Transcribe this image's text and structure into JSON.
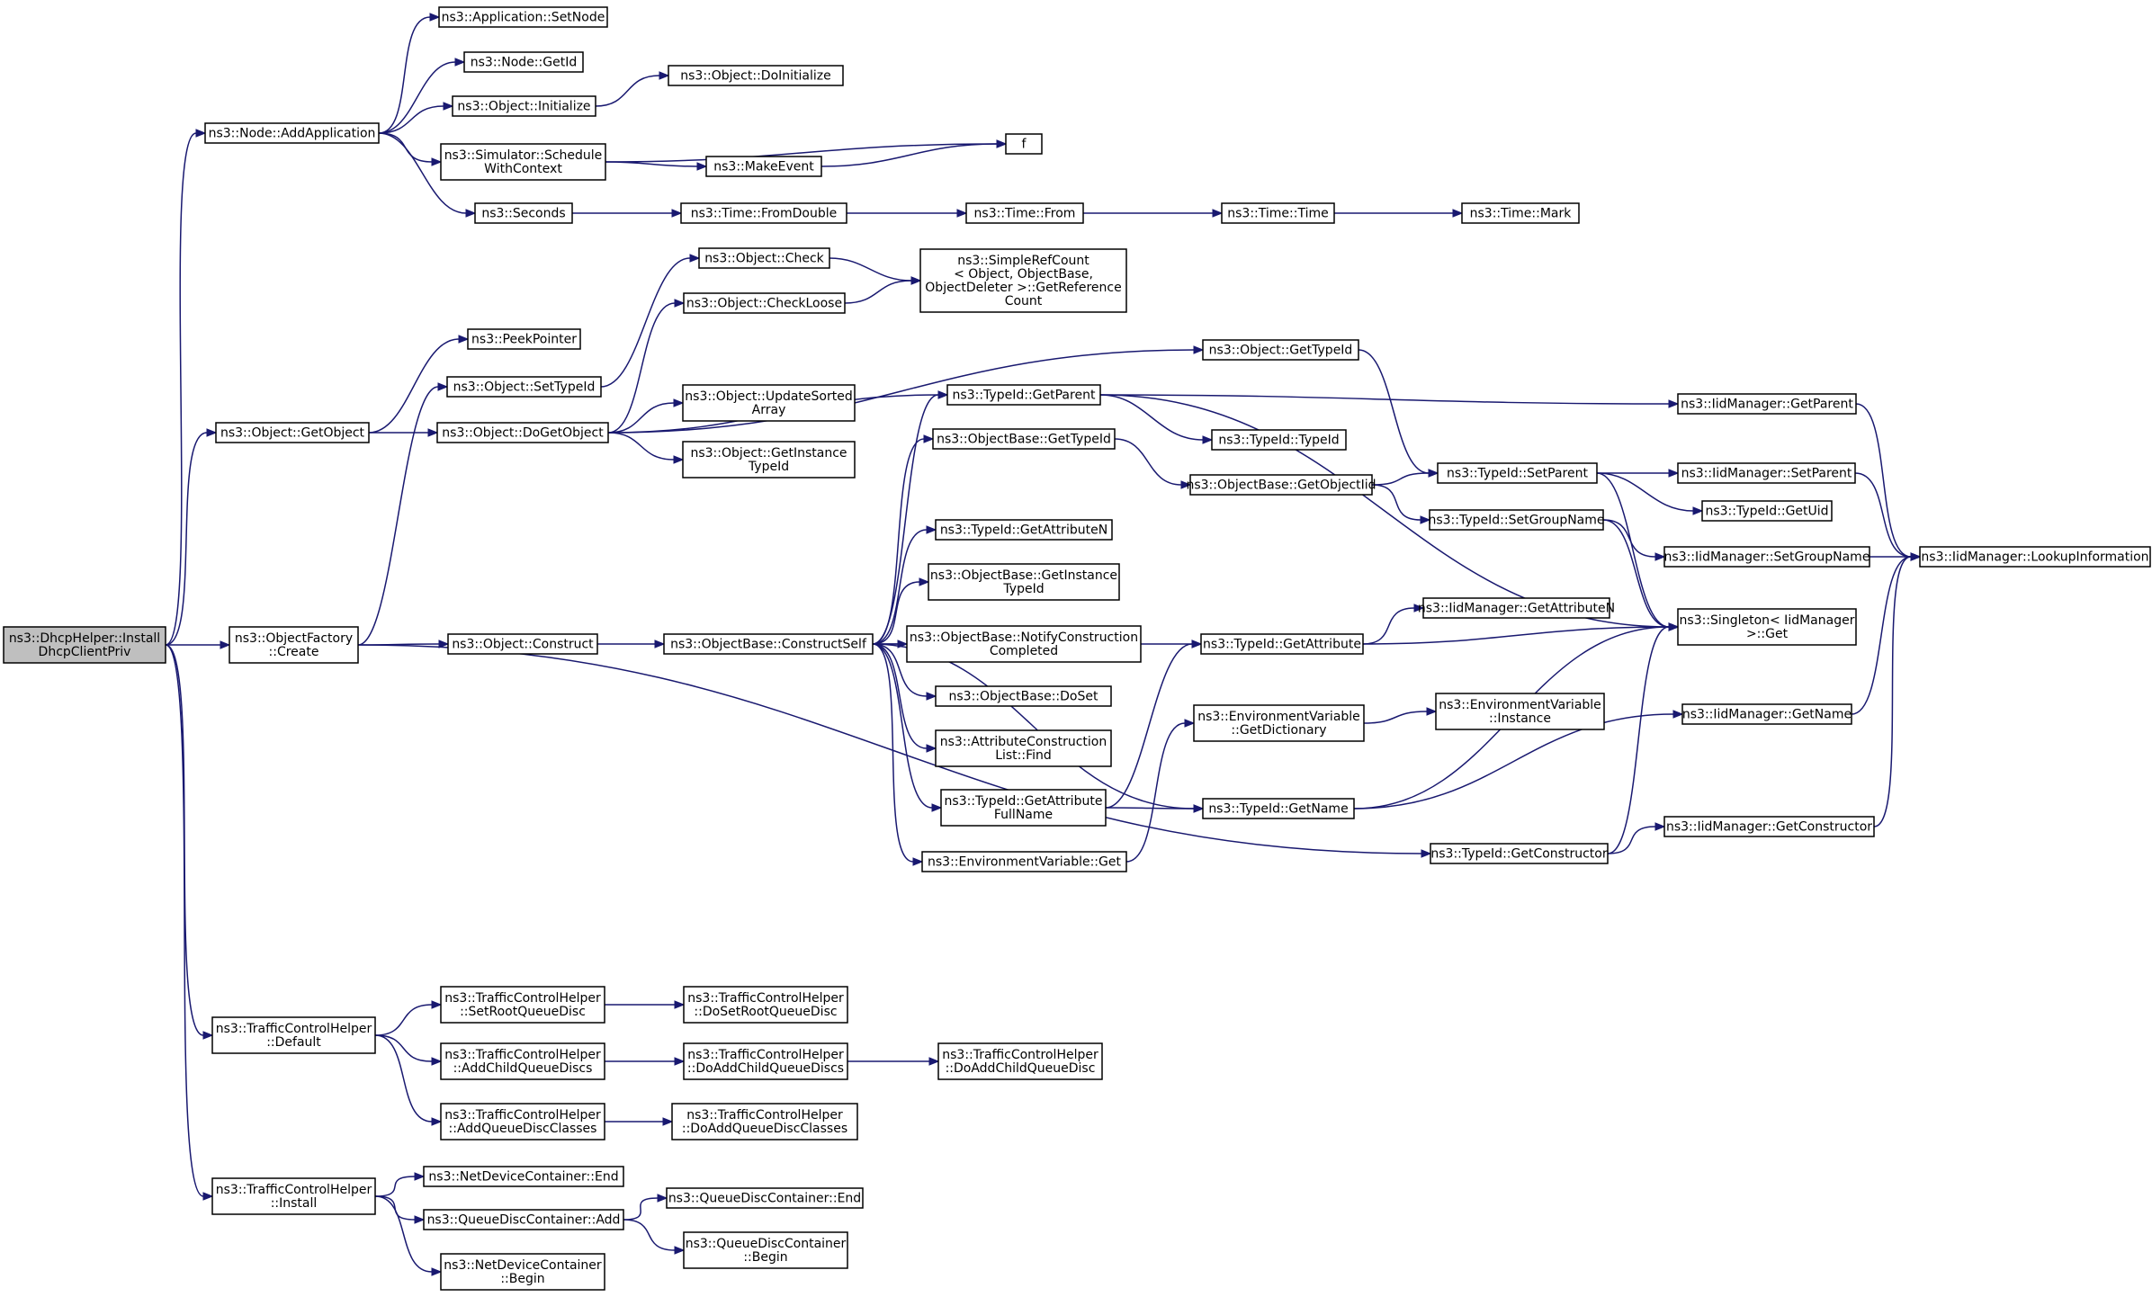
{
  "nodes": [
    {
      "id": "root",
      "lines": [
        "ns3::DhcpHelper::Install",
        "DhcpClientPriv"
      ],
      "root": true
    },
    {
      "id": "addapp",
      "lines": [
        "ns3::Node::AddApplication"
      ]
    },
    {
      "id": "getobject",
      "lines": [
        "ns3::Object::GetObject"
      ]
    },
    {
      "id": "ofcreate",
      "lines": [
        "ns3::ObjectFactory",
        "::Create"
      ]
    },
    {
      "id": "tchdefault",
      "lines": [
        "ns3::TrafficControlHelper",
        "::Default"
      ]
    },
    {
      "id": "tchinstall",
      "lines": [
        "ns3::TrafficControlHelper",
        "::Install"
      ]
    },
    {
      "id": "appsetnode",
      "lines": [
        "ns3::Application::SetNode"
      ]
    },
    {
      "id": "nodegetid",
      "lines": [
        "ns3::Node::GetId"
      ]
    },
    {
      "id": "objinit",
      "lines": [
        "ns3::Object::Initialize"
      ]
    },
    {
      "id": "schedctx",
      "lines": [
        "ns3::Simulator::Schedule",
        "WithContext"
      ]
    },
    {
      "id": "seconds",
      "lines": [
        "ns3::Seconds"
      ]
    },
    {
      "id": "doinit",
      "lines": [
        "ns3::Object::DoInitialize"
      ]
    },
    {
      "id": "f",
      "lines": [
        "f"
      ]
    },
    {
      "id": "makeevent",
      "lines": [
        "ns3::MakeEvent"
      ]
    },
    {
      "id": "fromdouble",
      "lines": [
        "ns3::Time::FromDouble"
      ]
    },
    {
      "id": "timefrom",
      "lines": [
        "ns3::Time::From"
      ]
    },
    {
      "id": "timetime",
      "lines": [
        "ns3::Time::Time"
      ]
    },
    {
      "id": "timemark",
      "lines": [
        "ns3::Time::Mark"
      ]
    },
    {
      "id": "peekptr",
      "lines": [
        "ns3::PeekPointer"
      ]
    },
    {
      "id": "settypeid",
      "lines": [
        "ns3::Object::SetTypeId"
      ]
    },
    {
      "id": "dogetobject",
      "lines": [
        "ns3::Object::DoGetObject"
      ]
    },
    {
      "id": "objcheck",
      "lines": [
        "ns3::Object::Check"
      ]
    },
    {
      "id": "objcheckloose",
      "lines": [
        "ns3::Object::CheckLoose"
      ]
    },
    {
      "id": "srcgetref",
      "lines": [
        "ns3::SimpleRefCount",
        "< Object, ObjectBase,",
        "ObjectDeleter >::GetReference",
        "Count"
      ]
    },
    {
      "id": "updsorted",
      "lines": [
        "ns3::Object::UpdateSorted",
        "Array"
      ]
    },
    {
      "id": "getinsttid",
      "lines": [
        "ns3::Object::GetInstance",
        "TypeId"
      ]
    },
    {
      "id": "objgettid",
      "lines": [
        "ns3::Object::GetTypeId"
      ]
    },
    {
      "id": "tidgetparent",
      "lines": [
        "ns3::TypeId::GetParent"
      ]
    },
    {
      "id": "obgettid",
      "lines": [
        "ns3::ObjectBase::GetTypeId"
      ]
    },
    {
      "id": "tidtypeid",
      "lines": [
        "ns3::TypeId::TypeId"
      ]
    },
    {
      "id": "obgetobjtid",
      "lines": [
        "ns3::ObjectBase::GetObjectIid"
      ]
    },
    {
      "id": "tidsetparent",
      "lines": [
        "ns3::TypeId::SetParent"
      ]
    },
    {
      "id": "tidsetgroup",
      "lines": [
        "ns3::TypeId::SetGroupName"
      ]
    },
    {
      "id": "imgetparent",
      "lines": [
        "ns3::IidManager::GetParent"
      ]
    },
    {
      "id": "imsetparent",
      "lines": [
        "ns3::IidManager::SetParent"
      ]
    },
    {
      "id": "tidgetuid",
      "lines": [
        "ns3::TypeId::GetUid"
      ]
    },
    {
      "id": "imsetgroup",
      "lines": [
        "ns3::IidManager::SetGroupName"
      ]
    },
    {
      "id": "imlookup",
      "lines": [
        "ns3::IidManager::LookupInformation"
      ]
    },
    {
      "id": "singleton",
      "lines": [
        "ns3::Singleton< IidManager",
        ">::Get"
      ]
    },
    {
      "id": "imgetattrn",
      "lines": [
        "ns3::IidManager::GetAttributeN"
      ]
    },
    {
      "id": "tidgetattr",
      "lines": [
        "ns3::TypeId::GetAttribute"
      ]
    },
    {
      "id": "objconstruct",
      "lines": [
        "ns3::Object::Construct"
      ]
    },
    {
      "id": "obconstructself",
      "lines": [
        "ns3::ObjectBase::ConstructSelf"
      ]
    },
    {
      "id": "tidgetattrn",
      "lines": [
        "ns3::TypeId::GetAttributeN"
      ]
    },
    {
      "id": "obgetinsttid",
      "lines": [
        "ns3::ObjectBase::GetInstance",
        "TypeId"
      ]
    },
    {
      "id": "obnotify",
      "lines": [
        "ns3::ObjectBase::NotifyConstruction",
        "Completed"
      ]
    },
    {
      "id": "obdoset",
      "lines": [
        "ns3::ObjectBase::DoSet"
      ]
    },
    {
      "id": "acfind",
      "lines": [
        "ns3::AttributeConstruction",
        "List::Find"
      ]
    },
    {
      "id": "tidgetattrfull",
      "lines": [
        "ns3::TypeId::GetAttribute",
        "FullName"
      ]
    },
    {
      "id": "envget",
      "lines": [
        "ns3::EnvironmentVariable::Get"
      ]
    },
    {
      "id": "envgetdict",
      "lines": [
        "ns3::EnvironmentVariable",
        "::GetDictionary"
      ]
    },
    {
      "id": "envinst",
      "lines": [
        "ns3::EnvironmentVariable",
        "::Instance"
      ]
    },
    {
      "id": "tidgetname",
      "lines": [
        "ns3::TypeId::GetName"
      ]
    },
    {
      "id": "imgetname",
      "lines": [
        "ns3::IidManager::GetName"
      ]
    },
    {
      "id": "tidgetctor",
      "lines": [
        "ns3::TypeId::GetConstructor"
      ]
    },
    {
      "id": "imgetctor",
      "lines": [
        "ns3::IidManager::GetConstructor"
      ]
    },
    {
      "id": "tchsetroot",
      "lines": [
        "ns3::TrafficControlHelper",
        "::SetRootQueueDisc"
      ]
    },
    {
      "id": "tchaddchild",
      "lines": [
        "ns3::TrafficControlHelper",
        "::AddChildQueueDiscs"
      ]
    },
    {
      "id": "tchaddclasses",
      "lines": [
        "ns3::TrafficControlHelper",
        "::AddQueueDiscClasses"
      ]
    },
    {
      "id": "tchdosetroot",
      "lines": [
        "ns3::TrafficControlHelper",
        "::DoSetRootQueueDisc"
      ]
    },
    {
      "id": "tchdoaddchilds",
      "lines": [
        "ns3::TrafficControlHelper",
        "::DoAddChildQueueDiscs"
      ]
    },
    {
      "id": "tchdoaddchild",
      "lines": [
        "ns3::TrafficControlHelper",
        "::DoAddChildQueueDisc"
      ]
    },
    {
      "id": "tchdoaddclasses",
      "lines": [
        "ns3::TrafficControlHelper",
        "::DoAddQueueDiscClasses"
      ]
    },
    {
      "id": "ndcend",
      "lines": [
        "ns3::NetDeviceContainer::End"
      ]
    },
    {
      "id": "qdcadd",
      "lines": [
        "ns3::QueueDiscContainer::Add"
      ]
    },
    {
      "id": "ndcbegin",
      "lines": [
        "ns3::NetDeviceContainer",
        "::Begin"
      ]
    },
    {
      "id": "qdcend",
      "lines": [
        "ns3::QueueDiscContainer::End"
      ]
    },
    {
      "id": "qdcbegin",
      "lines": [
        "ns3::QueueDiscContainer",
        "::Begin"
      ]
    }
  ],
  "edges": [
    [
      "root",
      "addapp"
    ],
    [
      "root",
      "getobject"
    ],
    [
      "root",
      "ofcreate"
    ],
    [
      "root",
      "tchdefault"
    ],
    [
      "root",
      "tchinstall"
    ],
    [
      "addapp",
      "appsetnode"
    ],
    [
      "addapp",
      "nodegetid"
    ],
    [
      "addapp",
      "objinit"
    ],
    [
      "addapp",
      "schedctx"
    ],
    [
      "addapp",
      "seconds"
    ],
    [
      "objinit",
      "doinit"
    ],
    [
      "schedctx",
      "f"
    ],
    [
      "schedctx",
      "makeevent"
    ],
    [
      "makeevent",
      "f"
    ],
    [
      "seconds",
      "fromdouble"
    ],
    [
      "fromdouble",
      "timefrom"
    ],
    [
      "timefrom",
      "timetime"
    ],
    [
      "timetime",
      "timemark"
    ],
    [
      "getobject",
      "peekptr"
    ],
    [
      "getobject",
      "dogetobject"
    ],
    [
      "ofcreate",
      "settypeid"
    ],
    [
      "ofcreate",
      "objconstruct"
    ],
    [
      "ofcreate",
      "tidgetctor"
    ],
    [
      "settypeid",
      "objcheck"
    ],
    [
      "dogetobject",
      "objcheckloose"
    ],
    [
      "dogetobject",
      "objgettid"
    ],
    [
      "dogetobject",
      "updsorted"
    ],
    [
      "dogetobject",
      "getinsttid"
    ],
    [
      "dogetobject",
      "tidgetparent"
    ],
    [
      "objcheck",
      "srcgetref"
    ],
    [
      "objcheckloose",
      "srcgetref"
    ],
    [
      "objgettid",
      "tidsetparent"
    ],
    [
      "tidgetparent",
      "tidtypeid"
    ],
    [
      "tidgetparent",
      "imgetparent"
    ],
    [
      "tidgetparent",
      "singleton"
    ],
    [
      "obgettid",
      "obgetobjtid"
    ],
    [
      "obgetobjtid",
      "tidsetparent"
    ],
    [
      "obgetobjtid",
      "tidsetgroup"
    ],
    [
      "tidsetparent",
      "imsetparent"
    ],
    [
      "tidsetparent",
      "tidgetuid"
    ],
    [
      "tidsetparent",
      "singleton"
    ],
    [
      "tidsetgroup",
      "imsetgroup"
    ],
    [
      "tidsetgroup",
      "singleton"
    ],
    [
      "imgetparent",
      "imlookup"
    ],
    [
      "imsetparent",
      "imlookup"
    ],
    [
      "imsetgroup",
      "imlookup"
    ],
    [
      "imgetname",
      "imlookup"
    ],
    [
      "imgetctor",
      "imlookup"
    ],
    [
      "tidgetattr",
      "imgetattrn"
    ],
    [
      "tidgetattr",
      "singleton"
    ],
    [
      "objconstruct",
      "obconstructself"
    ],
    [
      "obconstructself",
      "tidgetparent"
    ],
    [
      "obconstructself",
      "obgettid"
    ],
    [
      "obconstructself",
      "tidgetattr"
    ],
    [
      "obconstructself",
      "tidgetattrn"
    ],
    [
      "obconstructself",
      "obgetinsttid"
    ],
    [
      "obconstructself",
      "obnotify"
    ],
    [
      "obconstructself",
      "obdoset"
    ],
    [
      "obconstructself",
      "acfind"
    ],
    [
      "obconstructself",
      "tidgetattrfull"
    ],
    [
      "obconstructself",
      "envget"
    ],
    [
      "obconstructself",
      "tidgetname"
    ],
    [
      "tidgetattrfull",
      "tidgetattr"
    ],
    [
      "tidgetattrfull",
      "tidgetname"
    ],
    [
      "envget",
      "envgetdict"
    ],
    [
      "envgetdict",
      "envinst"
    ],
    [
      "tidgetname",
      "singleton"
    ],
    [
      "tidgetname",
      "imgetname"
    ],
    [
      "tidgetctor",
      "singleton"
    ],
    [
      "tidgetctor",
      "imgetctor"
    ],
    [
      "tchdefault",
      "tchsetroot"
    ],
    [
      "tchdefault",
      "tchaddchild"
    ],
    [
      "tchdefault",
      "tchaddclasses"
    ],
    [
      "tchsetroot",
      "tchdosetroot"
    ],
    [
      "tchaddchild",
      "tchdoaddchilds"
    ],
    [
      "tchdoaddchilds",
      "tchdoaddchild"
    ],
    [
      "tchaddclasses",
      "tchdoaddclasses"
    ],
    [
      "tchinstall",
      "ndcend"
    ],
    [
      "tchinstall",
      "qdcadd"
    ],
    [
      "tchinstall",
      "ndcbegin"
    ],
    [
      "qdcadd",
      "qdcend"
    ],
    [
      "qdcadd",
      "qdcbegin"
    ]
  ]
}
